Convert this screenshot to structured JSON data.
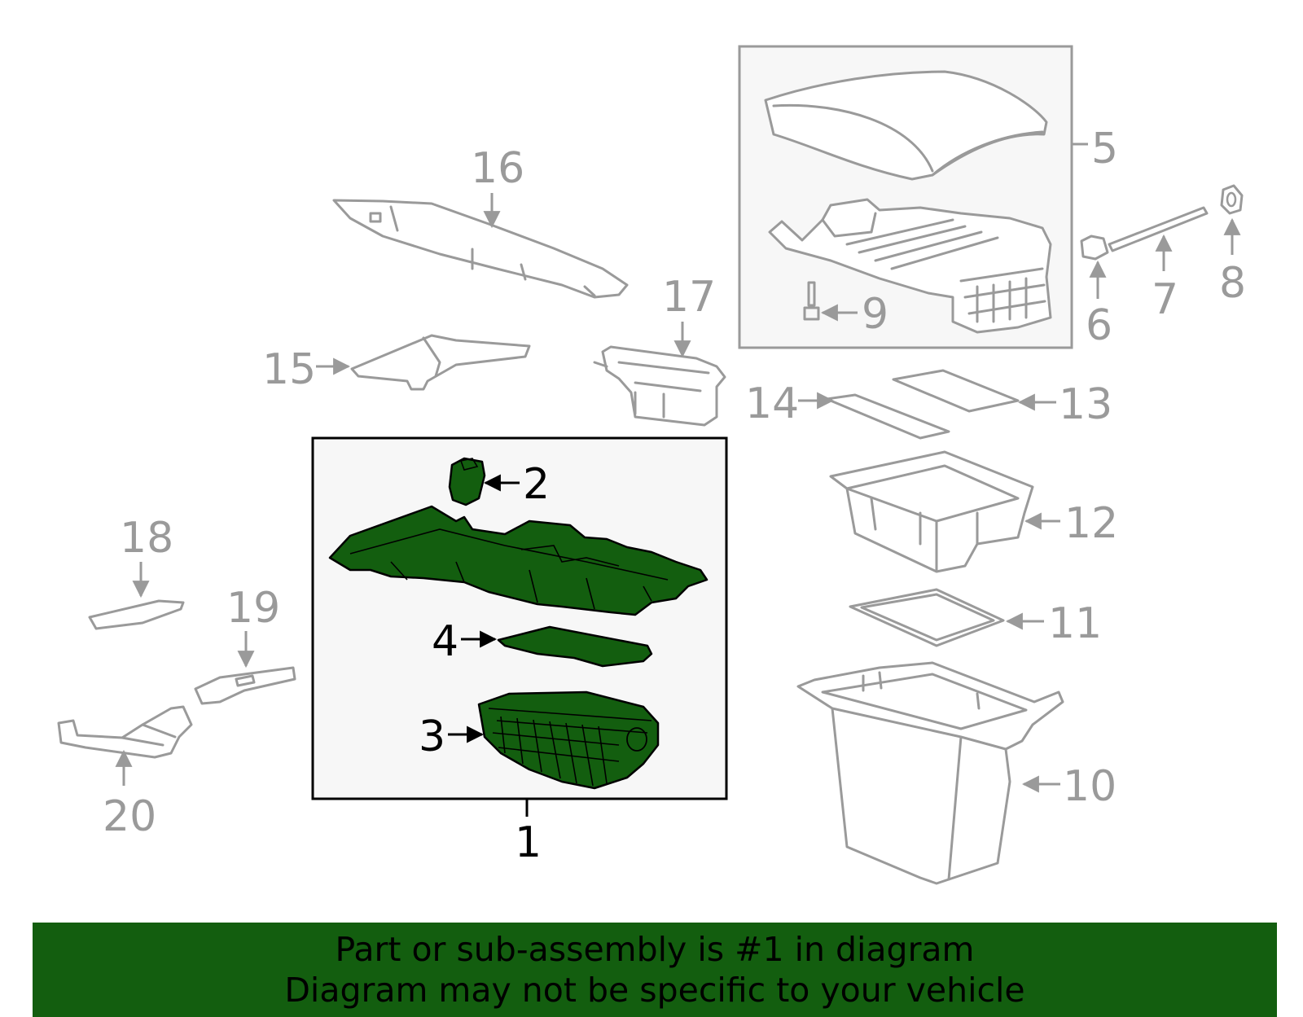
{
  "diagram": {
    "highlight_color": "#135e0f",
    "callouts": [
      "1",
      "2",
      "3",
      "4",
      "5",
      "6",
      "7",
      "8",
      "9",
      "10",
      "11",
      "12",
      "13",
      "14",
      "15",
      "16",
      "17",
      "18",
      "19",
      "20"
    ]
  },
  "banner": {
    "line1": "Part or sub-assembly is #1 in diagram",
    "line2": "Diagram may not be specific to your vehicle"
  }
}
